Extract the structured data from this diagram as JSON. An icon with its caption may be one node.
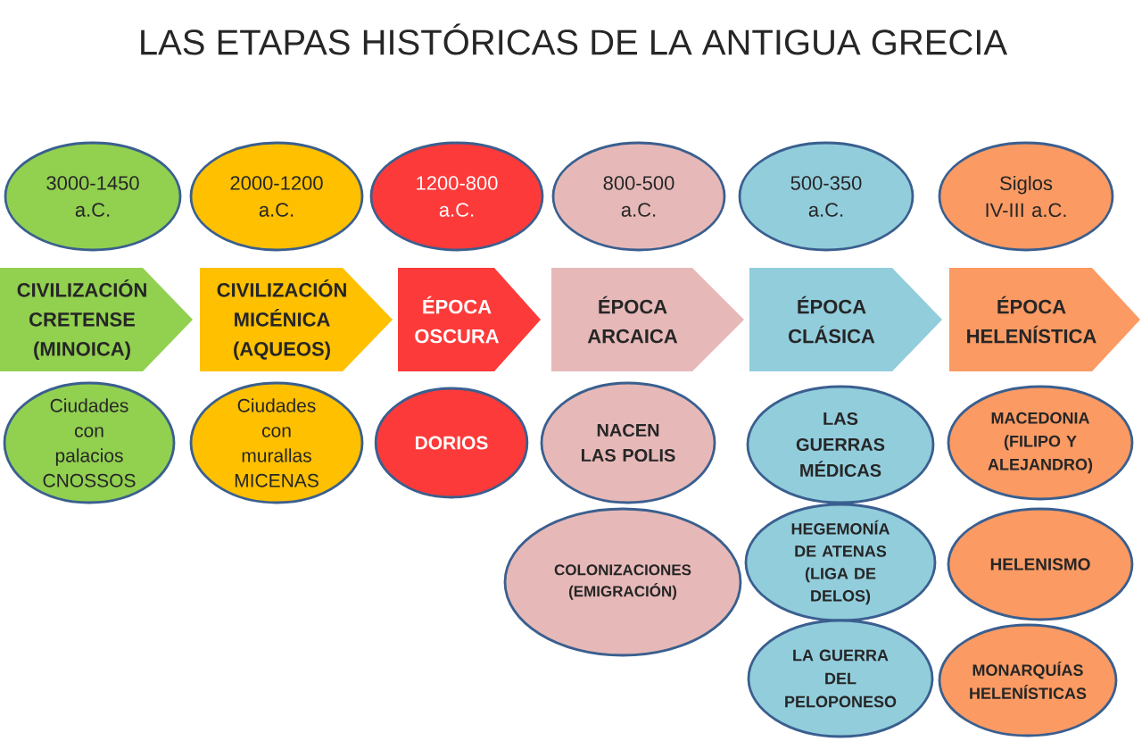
{
  "diagram": {
    "title": "LAS ETAPAS HISTÓRICAS DE LA ANTIGUA GRECIA",
    "nodes": [
      {
        "text": [
          "3000-1450 a.C."
        ]
      },
      {
        "text": [
          "2000-1200 a.C."
        ]
      },
      {
        "text": [
          "1200-800 a.C."
        ]
      },
      {
        "text": [
          "800-500 a.C."
        ]
      },
      {
        "text": [
          "500-350 a.C."
        ]
      },
      {
        "text": [
          "Siglos IV-III a.C."
        ]
      },
      {
        "text": [
          "CIVILIZACIÓN CRETENSE (MINOICA)"
        ]
      },
      {
        "text": [
          "CIVILIZACIÓN MICÉNICA (AQUEOS)"
        ]
      },
      {
        "text": [
          "ÉPOCA OSCURA"
        ]
      },
      {
        "text": [
          "ÉPOCA ARCAICA"
        ]
      },
      {
        "text": [
          "ÉPOCA CLÁSICA"
        ]
      },
      {
        "text": [
          "ÉPOCA HELENÍSTICA"
        ]
      },
      {
        "text": [
          "Ciudades con palacios CNOSSOS"
        ]
      },
      {
        "text": [
          "Ciudades con murallas MICENAS"
        ]
      },
      {
        "text": [
          "DORIOS"
        ]
      },
      {
        "text": [
          "NACEN LAS POLIS"
        ]
      },
      {
        "text": [
          "LAS GUERRAS MÉDICAS"
        ]
      },
      {
        "text": [
          "MACEDONIA (FILIPO Y ALEJANDRO)"
        ]
      },
      {
        "text": [
          "COLONIZACIONES (EMIGRACIÓN)"
        ]
      },
      {
        "text": [
          "HEGEMONÍA DE ATENAS (LIGA DE DELOS)"
        ]
      },
      {
        "text": [
          "HELENISMO"
        ]
      },
      {
        "text": [
          "LA GUERRA DEL PELOPONESO"
        ]
      },
      {
        "text": [
          "MONARQUÍAS HELENÍSTICAS"
        ]
      }
    ]
  }
}
